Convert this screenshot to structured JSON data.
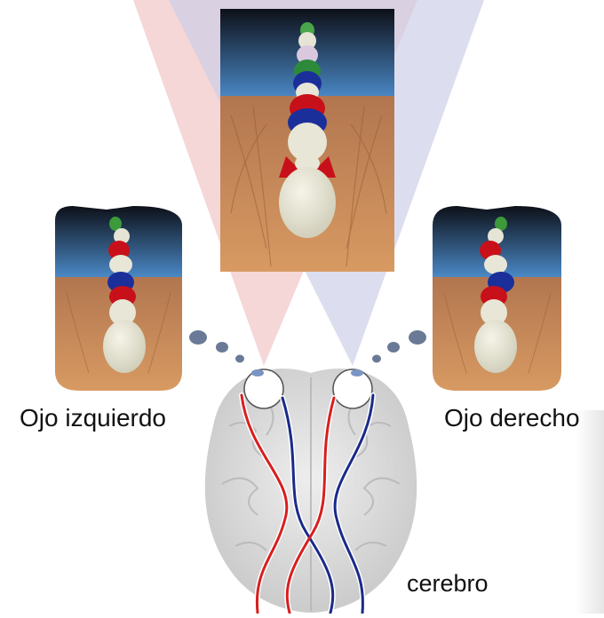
{
  "labels": {
    "left_eye": "Ojo izquierdo",
    "right_eye": "Ojo derecho",
    "brain": "cerebro"
  },
  "colors": {
    "left_eye_path": "#d81e1e",
    "right_eye_path": "#1a2a8a",
    "left_view_cone": "#f2c9c9",
    "right_view_cone": "#c9cde6",
    "sky_top": "#10131c",
    "sky_bottom": "#3d7fbf",
    "floor": "#c98a55",
    "pin_body": "#e8e6d6",
    "pin_band_red": "#c8101a",
    "pin_band_blue": "#1a2f9a",
    "pin_band_green": "#3c9a3a",
    "brain": "#dcdcdc"
  },
  "icons": [
    "bowling-pins-scene",
    "brain",
    "eye"
  ]
}
